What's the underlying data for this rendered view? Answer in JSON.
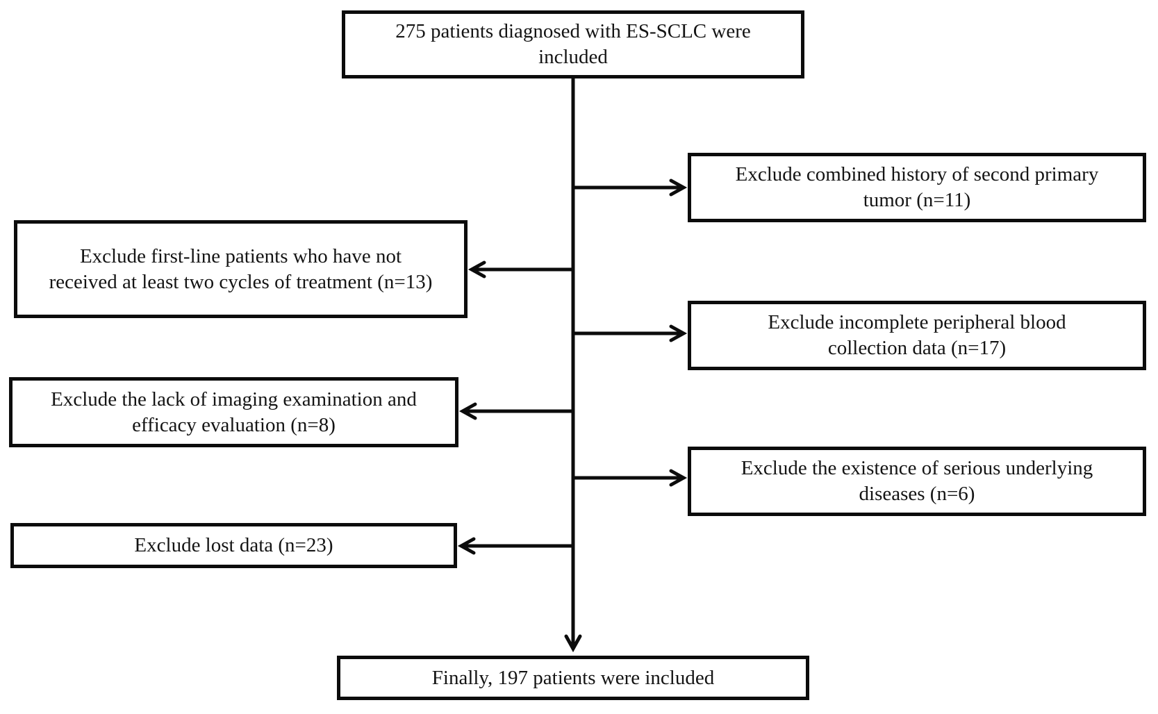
{
  "figure": {
    "type": "flowchart",
    "background_color": "#ffffff",
    "box_background_color": "#ffffff",
    "box_border_color": "#0c0c0c",
    "line_color": "#0c0c0c",
    "text_color": "#141414",
    "nodes": {
      "included": {
        "text": "275 patients diagnosed with ES-SCLC were included",
        "n": 275
      },
      "exclude_second_primary": {
        "text": "Exclude combined history of second primary tumor (n=11)",
        "n": 11
      },
      "exclude_first_line": {
        "text": "Exclude first-line patients who have not received at least two cycles of treatment (n=13)",
        "n": 13
      },
      "exclude_blood": {
        "text": "Exclude incomplete peripheral blood collection data (n=17)",
        "n": 17
      },
      "exclude_imaging": {
        "text": "Exclude the lack of imaging examination and efficacy evaluation (n=8)",
        "n": 8
      },
      "exclude_underlying": {
        "text": "Exclude the existence of serious underlying diseases (n=6)",
        "n": 6
      },
      "exclude_lost": {
        "text": "Exclude lost data (n=23)",
        "n": 23
      },
      "final": {
        "text": "Finally, 197 patients were included",
        "n": 197
      }
    },
    "edges": [
      {
        "from": "included",
        "to": "exclude_second_primary",
        "direction": "right"
      },
      {
        "from": "included",
        "to": "exclude_first_line",
        "direction": "left"
      },
      {
        "from": "included",
        "to": "exclude_blood",
        "direction": "right"
      },
      {
        "from": "included",
        "to": "exclude_imaging",
        "direction": "left"
      },
      {
        "from": "included",
        "to": "exclude_underlying",
        "direction": "right"
      },
      {
        "from": "included",
        "to": "exclude_lost",
        "direction": "left"
      },
      {
        "from": "included",
        "to": "final",
        "direction": "down"
      }
    ]
  }
}
